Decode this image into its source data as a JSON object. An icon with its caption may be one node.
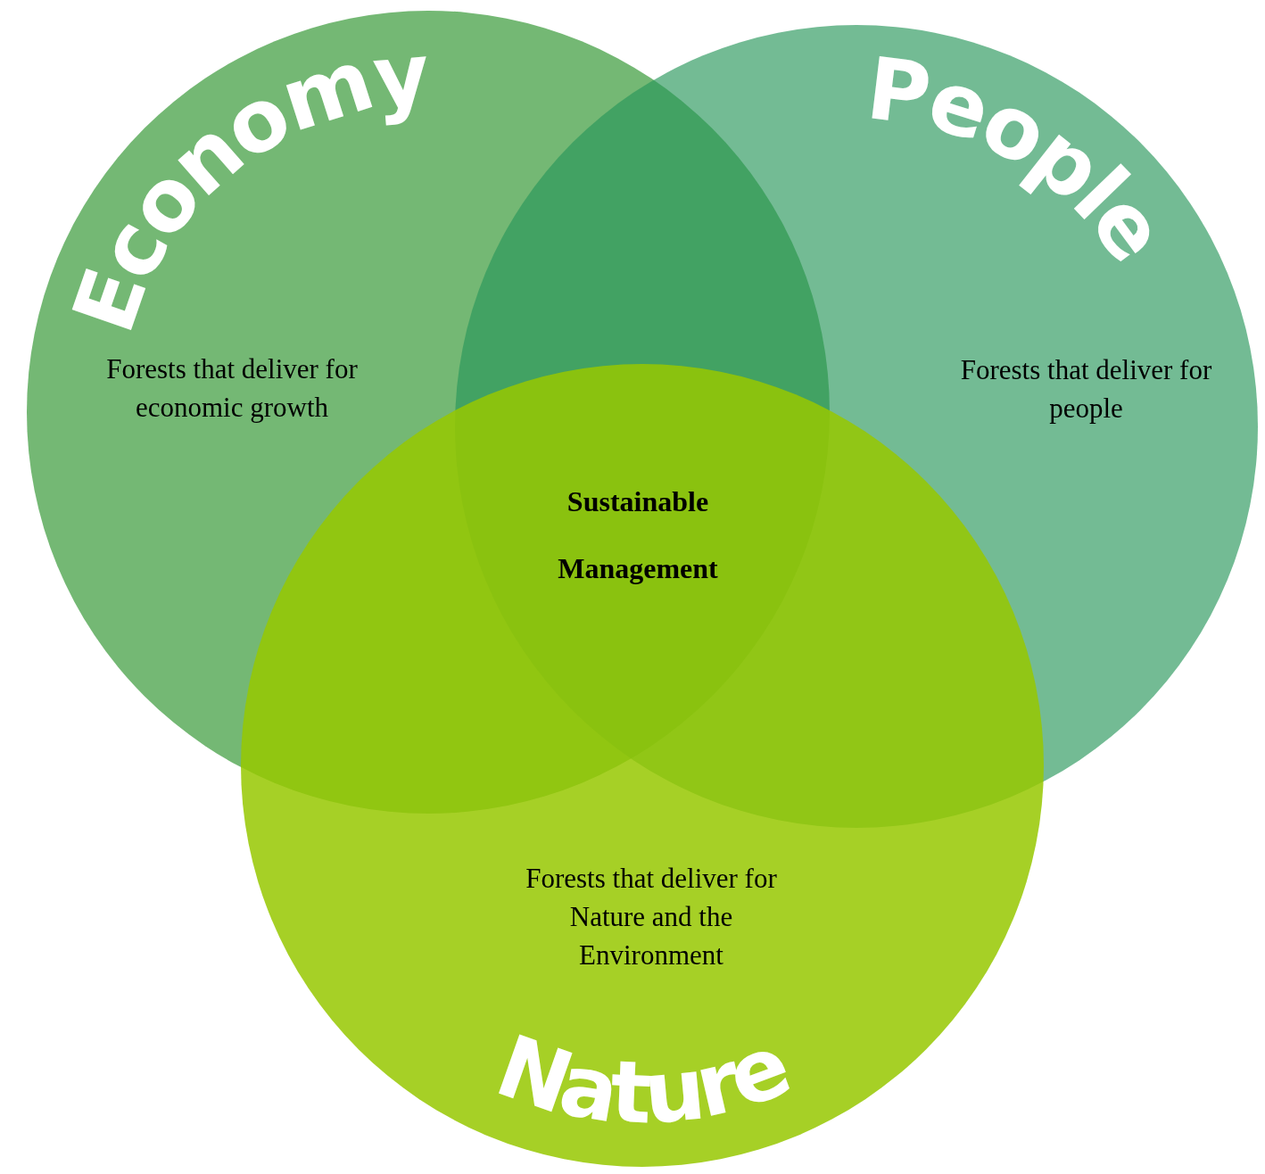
{
  "diagram": {
    "nodes": [
      {
        "text": [
          "Economy",
          "Forests that deliver for economic growth"
        ]
      },
      {
        "text": [
          "People",
          "Forests that deliver for people"
        ]
      },
      {
        "text": [
          "Forests that deliver for Nature and the Environment",
          "Nature"
        ]
      }
    ],
    "labels": [
      "Sustainable Management"
    ]
  }
}
